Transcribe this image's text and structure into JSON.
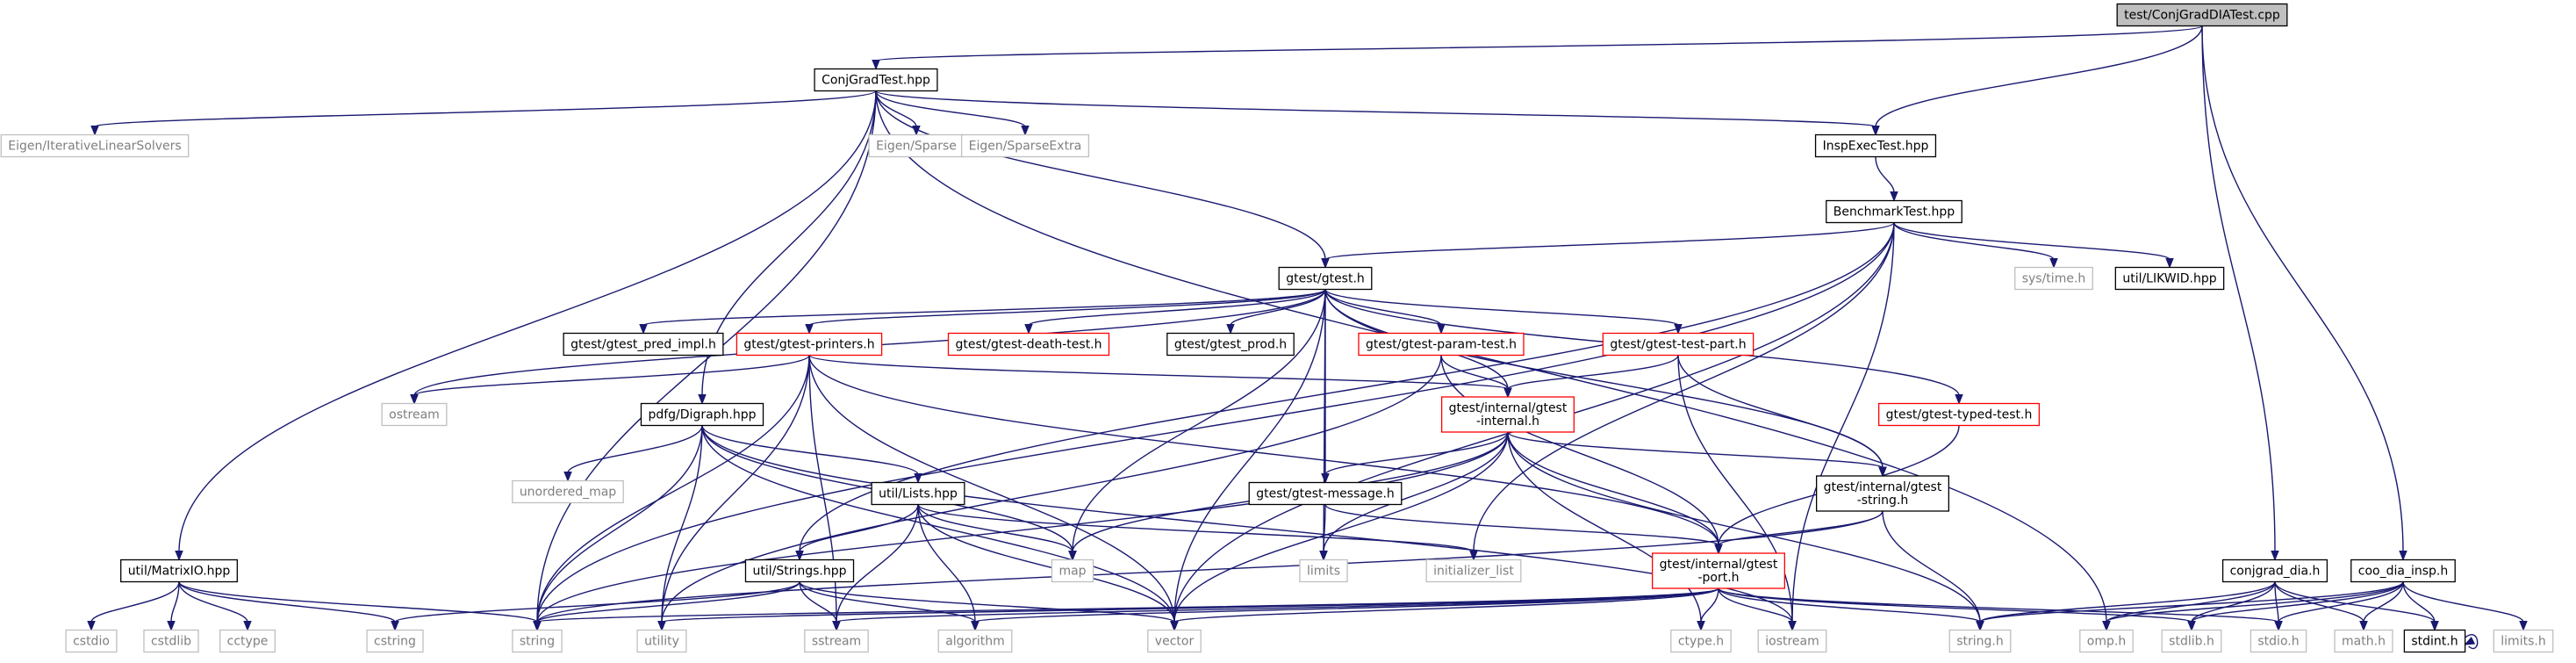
{
  "colors": {
    "edge": "#191970",
    "node_border": "#000000",
    "missing_border": "#bfbfbf",
    "incomplete_border": "#ff0000",
    "root_fill": "#bfbfbf",
    "text": "#000000",
    "missing_text": "#7f7f7f"
  },
  "nodes": [
    {
      "id": "root",
      "label": "test/ConjGradDIATest.cpp",
      "kind": "root"
    },
    {
      "id": "cgt",
      "label": "ConjGradTest.hpp",
      "kind": "normal"
    },
    {
      "id": "eil",
      "label": "Eigen/IterativeLinearSolvers",
      "kind": "missing"
    },
    {
      "id": "esp",
      "label": "Eigen/Sparse",
      "kind": "missing"
    },
    {
      "id": "esx",
      "label": "Eigen/SparseExtra",
      "kind": "missing"
    },
    {
      "id": "iet",
      "label": "InspExecTest.hpp",
      "kind": "normal"
    },
    {
      "id": "bt",
      "label": "BenchmarkTest.hpp",
      "kind": "normal"
    },
    {
      "id": "gt",
      "label": "gtest/gtest.h",
      "kind": "normal"
    },
    {
      "id": "stime",
      "label": "sys/time.h",
      "kind": "missing"
    },
    {
      "id": "lik",
      "label": "util/LIKWID.hpp",
      "kind": "normal"
    },
    {
      "id": "gpi",
      "label": "gtest/gtest_pred_impl.h",
      "kind": "normal"
    },
    {
      "id": "gpr",
      "label": "gtest/gtest-printers.h",
      "kind": "red"
    },
    {
      "id": "gdt",
      "label": "gtest/gtest-death-test.h",
      "kind": "red"
    },
    {
      "id": "gprod",
      "label": "gtest/gtest_prod.h",
      "kind": "normal"
    },
    {
      "id": "gpt",
      "label": "gtest/gtest-param-test.h",
      "kind": "red"
    },
    {
      "id": "gtp",
      "label": "gtest/gtest-test-part.h",
      "kind": "red"
    },
    {
      "id": "gtt",
      "label": "gtest/gtest-typed-test.h",
      "kind": "red"
    },
    {
      "id": "ostream",
      "label": "ostream",
      "kind": "missing"
    },
    {
      "id": "dig",
      "label": "pdfg/Digraph.hpp",
      "kind": "normal"
    },
    {
      "id": "gii",
      "label": [
        "gtest/internal/gtest",
        "-internal.h"
      ],
      "kind": "red"
    },
    {
      "id": "umap",
      "label": "unordered_map",
      "kind": "missing"
    },
    {
      "id": "lists",
      "label": "util/Lists.hpp",
      "kind": "normal"
    },
    {
      "id": "gmsg",
      "label": "gtest/gtest-message.h",
      "kind": "normal"
    },
    {
      "id": "gis",
      "label": [
        "gtest/internal/gtest",
        "-string.h"
      ],
      "kind": "normal"
    },
    {
      "id": "map",
      "label": "map",
      "kind": "missing"
    },
    {
      "id": "limits",
      "label": "limits",
      "kind": "missing"
    },
    {
      "id": "initl",
      "label": "initializer_list",
      "kind": "missing"
    },
    {
      "id": "mio",
      "label": "util/MatrixIO.hpp",
      "kind": "normal"
    },
    {
      "id": "strs",
      "label": "util/Strings.hpp",
      "kind": "normal"
    },
    {
      "id": "gip",
      "label": [
        "gtest/internal/gtest",
        "-port.h"
      ],
      "kind": "red"
    },
    {
      "id": "cgd",
      "label": "conjgrad_dia.h",
      "kind": "normal"
    },
    {
      "id": "cdi",
      "label": "coo_dia_insp.h",
      "kind": "normal"
    },
    {
      "id": "cstdio",
      "label": "cstdio",
      "kind": "missing"
    },
    {
      "id": "cstdlib",
      "label": "cstdlib",
      "kind": "missing"
    },
    {
      "id": "cctype",
      "label": "cctype",
      "kind": "missing"
    },
    {
      "id": "cstring",
      "label": "cstring",
      "kind": "missing"
    },
    {
      "id": "string",
      "label": "string",
      "kind": "missing"
    },
    {
      "id": "utility",
      "label": "utility",
      "kind": "missing"
    },
    {
      "id": "sstream",
      "label": "sstream",
      "kind": "missing"
    },
    {
      "id": "algorithm",
      "label": "algorithm",
      "kind": "missing"
    },
    {
      "id": "vector",
      "label": "vector",
      "kind": "missing"
    },
    {
      "id": "ctypeh",
      "label": "ctype.h",
      "kind": "missing"
    },
    {
      "id": "iostream",
      "label": "iostream",
      "kind": "missing"
    },
    {
      "id": "stringh",
      "label": "string.h",
      "kind": "missing"
    },
    {
      "id": "omph",
      "label": "omp.h",
      "kind": "missing"
    },
    {
      "id": "stdlibh",
      "label": "stdlib.h",
      "kind": "missing"
    },
    {
      "id": "stdioh",
      "label": "stdio.h",
      "kind": "missing"
    },
    {
      "id": "mathh",
      "label": "math.h",
      "kind": "missing"
    },
    {
      "id": "stdinth",
      "label": "stdint.h",
      "kind": "normal"
    },
    {
      "id": "limitsh",
      "label": "limits.h",
      "kind": "missing"
    }
  ],
  "edges": [
    [
      "root",
      "cgt"
    ],
    [
      "root",
      "iet"
    ],
    [
      "root",
      "cgd"
    ],
    [
      "root",
      "cdi"
    ],
    [
      "cgt",
      "eil"
    ],
    [
      "cgt",
      "esp"
    ],
    [
      "cgt",
      "esx"
    ],
    [
      "cgt",
      "iet"
    ],
    [
      "cgt",
      "gt"
    ],
    [
      "cgt",
      "dig"
    ],
    [
      "cgt",
      "mio"
    ],
    [
      "cgt",
      "string"
    ],
    [
      "cgt",
      "omph"
    ],
    [
      "iet",
      "bt"
    ],
    [
      "bt",
      "gt"
    ],
    [
      "bt",
      "stime"
    ],
    [
      "bt",
      "lik"
    ],
    [
      "bt",
      "strs"
    ],
    [
      "bt",
      "string"
    ],
    [
      "bt",
      "initl"
    ],
    [
      "bt",
      "vector"
    ],
    [
      "bt",
      "iostream"
    ],
    [
      "gt",
      "gpi"
    ],
    [
      "gt",
      "gpr"
    ],
    [
      "gt",
      "gdt"
    ],
    [
      "gt",
      "gprod"
    ],
    [
      "gt",
      "gpt"
    ],
    [
      "gt",
      "gtp"
    ],
    [
      "gt",
      "gtt"
    ],
    [
      "gt",
      "ostream"
    ],
    [
      "gt",
      "gii"
    ],
    [
      "gt",
      "gmsg"
    ],
    [
      "gt",
      "gis"
    ],
    [
      "gt",
      "limits"
    ],
    [
      "gt",
      "vector"
    ],
    [
      "gt",
      "map"
    ],
    [
      "gpr",
      "ostream"
    ],
    [
      "gpr",
      "gii"
    ],
    [
      "gpr",
      "gip"
    ],
    [
      "gpr",
      "string"
    ],
    [
      "gpr",
      "utility"
    ],
    [
      "gpr",
      "sstream"
    ],
    [
      "gpr",
      "vector"
    ],
    [
      "gpt",
      "gii"
    ],
    [
      "gpt",
      "gip"
    ],
    [
      "gpt",
      "utility"
    ],
    [
      "gtp",
      "gii"
    ],
    [
      "gtp",
      "gis"
    ],
    [
      "gtp",
      "iostream"
    ],
    [
      "gtt",
      "gip"
    ],
    [
      "dig",
      "umap"
    ],
    [
      "dig",
      "lists"
    ],
    [
      "dig",
      "map"
    ],
    [
      "dig",
      "string"
    ],
    [
      "dig",
      "utility"
    ],
    [
      "dig",
      "vector"
    ],
    [
      "dig",
      "iostream"
    ],
    [
      "gii",
      "gmsg"
    ],
    [
      "gii",
      "gis"
    ],
    [
      "gii",
      "gip"
    ],
    [
      "gii",
      "string"
    ],
    [
      "gii",
      "map"
    ],
    [
      "gii",
      "limits"
    ],
    [
      "gii",
      "vector"
    ],
    [
      "gii",
      "stringh"
    ],
    [
      "gii",
      "ctypeh"
    ],
    [
      "lists",
      "strs"
    ],
    [
      "lists",
      "map"
    ],
    [
      "lists",
      "algorithm"
    ],
    [
      "lists",
      "vector"
    ],
    [
      "lists",
      "sstream"
    ],
    [
      "lists",
      "initl"
    ],
    [
      "gmsg",
      "gip"
    ],
    [
      "gmsg",
      "limits"
    ],
    [
      "gis",
      "gip"
    ],
    [
      "gis",
      "string"
    ],
    [
      "gis",
      "stringh"
    ],
    [
      "mio",
      "cstdio"
    ],
    [
      "mio",
      "cstdlib"
    ],
    [
      "mio",
      "cctype"
    ],
    [
      "mio",
      "cstring"
    ],
    [
      "mio",
      "string"
    ],
    [
      "strs",
      "cstring"
    ],
    [
      "strs",
      "string"
    ],
    [
      "strs",
      "sstream"
    ],
    [
      "strs",
      "algorithm"
    ],
    [
      "strs",
      "vector"
    ],
    [
      "gip",
      "string"
    ],
    [
      "gip",
      "utility"
    ],
    [
      "gip",
      "sstream"
    ],
    [
      "gip",
      "algorithm"
    ],
    [
      "gip",
      "vector"
    ],
    [
      "gip",
      "ctypeh"
    ],
    [
      "gip",
      "iostream"
    ],
    [
      "gip",
      "stringh"
    ],
    [
      "gip",
      "stdlibh"
    ],
    [
      "gip",
      "stdioh"
    ],
    [
      "cgd",
      "stringh"
    ],
    [
      "cgd",
      "omph"
    ],
    [
      "cgd",
      "stdlibh"
    ],
    [
      "cgd",
      "stdioh"
    ],
    [
      "cgd",
      "mathh"
    ],
    [
      "cgd",
      "stdinth"
    ],
    [
      "cdi",
      "stringh"
    ],
    [
      "cdi",
      "omph"
    ],
    [
      "cdi",
      "stdlibh"
    ],
    [
      "cdi",
      "stdioh"
    ],
    [
      "cdi",
      "mathh"
    ],
    [
      "cdi",
      "stdinth"
    ],
    [
      "cdi",
      "limitsh"
    ],
    [
      "stdinth",
      "stdinth"
    ]
  ]
}
